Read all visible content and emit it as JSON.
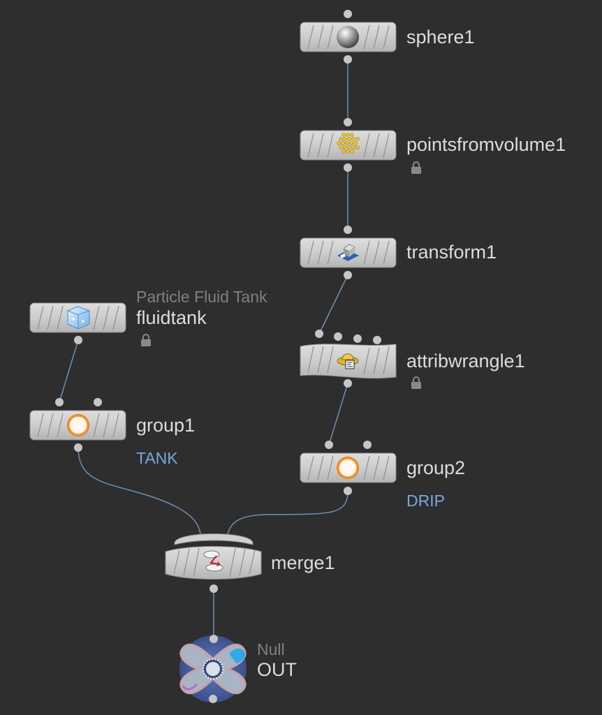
{
  "network": {
    "nodes": [
      {
        "id": "sphere1",
        "label": "sphere1",
        "icon": "sphere-icon"
      },
      {
        "id": "pointsfromvolume1",
        "label": "pointsfromvolume1",
        "icon": "points-grid-icon",
        "locked": true
      },
      {
        "id": "transform1",
        "label": "transform1",
        "icon": "transform-icon"
      },
      {
        "id": "attribwrangle1",
        "label": "attribwrangle1",
        "icon": "cowboy-hat-icon",
        "locked": true
      },
      {
        "id": "group2",
        "label": "group2",
        "group_tag": "DRIP",
        "icon": "group-ring-icon"
      },
      {
        "id": "fluidtank",
        "label": "fluidtank",
        "type_label": "Particle Fluid Tank",
        "icon": "ice-cube-icon",
        "locked": true
      },
      {
        "id": "group1",
        "label": "group1",
        "group_tag": "TANK",
        "icon": "group-ring-icon"
      },
      {
        "id": "merge1",
        "label": "merge1",
        "icon": "merge-teapot-icon"
      },
      {
        "id": "out",
        "label": "OUT",
        "type_label": "Null",
        "icon": "null-icon"
      }
    ],
    "colors": {
      "background": "#2e2e2e",
      "node_body": "#cfcfcf",
      "wire": "#6f8fb5",
      "connector": "#c6c6c6",
      "group_tag": "#79a7e0",
      "label": "#dcdcdc",
      "type_label": "#808080"
    }
  }
}
